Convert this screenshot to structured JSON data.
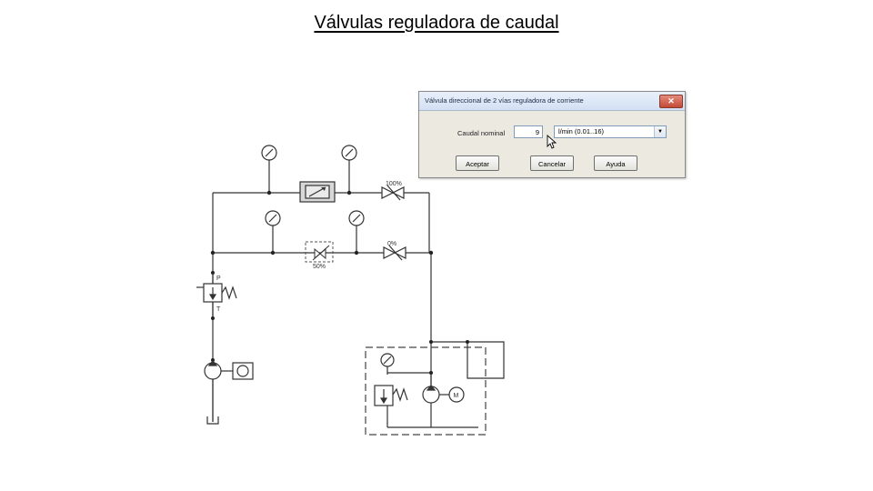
{
  "slide": {
    "title": "Válvulas reguladora de caudal"
  },
  "diagram": {
    "label_100": "100%",
    "label_0": "0%",
    "label_50": "50%",
    "port_p": "P",
    "port_t": "T",
    "motor_label": "M"
  },
  "dialog": {
    "title": "Válvula direccional de 2 vías reguladora de corriente",
    "close_glyph": "✕",
    "field_label": "Caudal nominal",
    "field_value": "9",
    "unit_select": "l/min  (0.01..16)",
    "dropdown_glyph": "▼",
    "buttons": {
      "ok": "Aceptar",
      "cancel": "Cancelar",
      "help": "Ayuda"
    }
  }
}
